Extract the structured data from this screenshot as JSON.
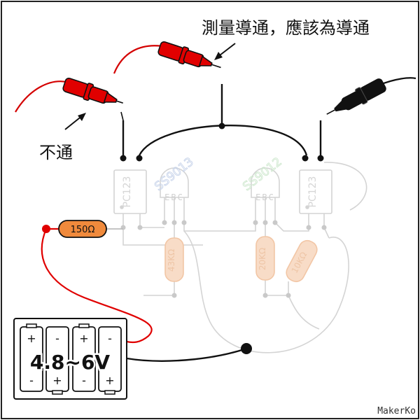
{
  "annotations": {
    "top_note": "測量導通，應該為導通",
    "left_note": "不通"
  },
  "components": {
    "resistor_main": "150Ω",
    "resistor_a": "43KΩ",
    "resistor_b": "20KΩ",
    "resistor_c": "10KΩ",
    "optocoupler_left": "PC123",
    "optocoupler_right": "PC123",
    "transistor_left_model": "SS9013",
    "transistor_right_model": "SS9012",
    "transistor_left_pins": "EBC",
    "transistor_right_pins": "EBC"
  },
  "battery": {
    "voltage": "4.8~6V",
    "cells": [
      {
        "top": "+",
        "bottom": "-"
      },
      {
        "top": "-",
        "bottom": "+"
      },
      {
        "top": "+",
        "bottom": "-"
      },
      {
        "top": "-",
        "bottom": "+"
      }
    ]
  },
  "watermark": "MakerKo",
  "colors": {
    "probe_red": "#e00000",
    "probe_black": "#111111",
    "resistor_orange": "#f08a3c",
    "faded": "#cfcfcf",
    "faded_text": "#d9d9d9",
    "faded_resistor": "#f6d7c0"
  }
}
